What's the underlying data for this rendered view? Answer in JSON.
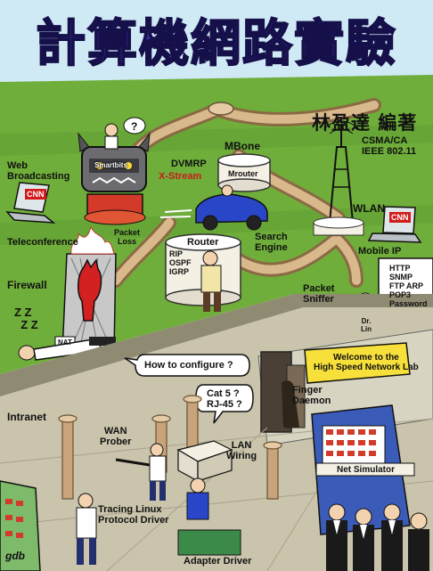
{
  "title": "計算機網路實驗",
  "author": "林盈達 編著",
  "labels": {
    "web_broadcasting": "Web\nBroadcasting",
    "smartbits": "Smartbits",
    "xstream": "X-Stream",
    "dvmrp": "DVMRP",
    "mbone": "MBone",
    "mrouter": "Mrouter",
    "csma_ca": "CSMA/CA\nIEEE 802.11",
    "wlan": "WLAN",
    "teleconference": "Teleconference",
    "packet_loss": "Packet\nLoss",
    "search_engine": "Search\nEngine",
    "mobile_ip": "Mobile IP",
    "router": "Router",
    "rip_ospf_igrp": "RIP\nOSPF\nIGRP",
    "firewall": "Firewall",
    "packet_sniffer": "Packet\nSniffer",
    "protocols": "HTTP\nSNMP\nFTP ARP\nPOP3\nPassword",
    "dr_lin": "Dr.\nLin",
    "zzz": "Z Z\n  Z Z",
    "nat": "NAT",
    "how_to_configure": "How to configure ?",
    "intranet": "Intranet",
    "cat5": "Cat 5 ?\nRJ-45 ?",
    "lab_sign": "Welcome to the\nHigh Speed Network Lab",
    "finger_daemon": "Finger\nDaemon",
    "wan_prober": "WAN\nProber",
    "lan_wiring": "LAN\nWiring",
    "net_simulator": "Net Simulator",
    "tracing": "Tracing Linux\nProtocol Driver",
    "adapter_driver": "Adapter Driver",
    "gdb": "gdb",
    "question": "?",
    "cnn": "CNN"
  },
  "colors": {
    "sky": "#cfe9f5",
    "grass": "#6fae3a",
    "grass_dark": "#4f8c2a",
    "pipe": "#c9a47a",
    "title": "#3a2a9e",
    "floor": "#b9b49c",
    "wall": "#d8d4c2"
  }
}
